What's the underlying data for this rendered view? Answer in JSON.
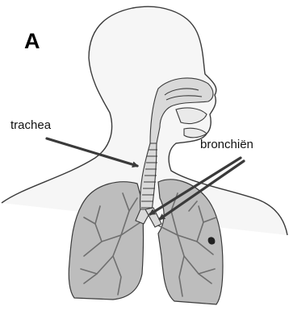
{
  "figure": {
    "panel_letter": "A",
    "labels": {
      "trachea": "trachea",
      "bronchi": "bronchiën"
    },
    "colors": {
      "outline": "#3a3a3a",
      "lung_fill": "#bdbdbd",
      "airway_fill": "#d9d9d9",
      "arrow": "#3a3a3a"
    }
  }
}
